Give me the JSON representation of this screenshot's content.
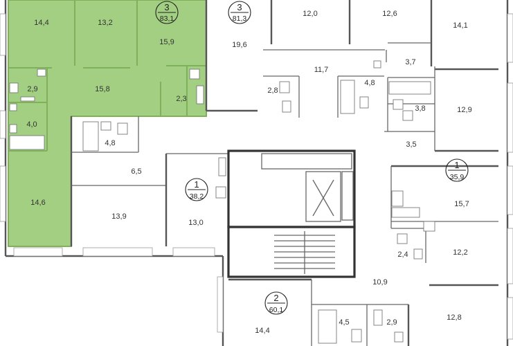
{
  "colors": {
    "highlight_fill": "#a3cf82",
    "highlight_wall": "#7fb05a",
    "wall": "#555555",
    "core_wall": "#333333",
    "text": "#333333"
  },
  "units": [
    {
      "id": "unit-3",
      "rooms_label": "3",
      "area_label": "83,1",
      "highlighted": true
    },
    {
      "id": "unit-3b",
      "rooms_label": "3",
      "area_label": "81,3",
      "highlighted": false
    },
    {
      "id": "unit-1a",
      "rooms_label": "1",
      "area_label": "38,2",
      "highlighted": false
    },
    {
      "id": "unit-1b",
      "rooms_label": "1",
      "area_label": "35,9",
      "highlighted": false
    },
    {
      "id": "unit-2",
      "rooms_label": "2",
      "area_label": "60,1",
      "highlighted": false
    }
  ],
  "rooms": [
    "14,4",
    "13,2",
    "15,9",
    "2,9",
    "15,8",
    "4,0",
    "2,3",
    "14,6",
    "19,6",
    "12,0",
    "12,6",
    "14,1",
    "11,7",
    "3,7",
    "2,8",
    "4,8",
    "3,8",
    "12,9",
    "3,5",
    "4,8",
    "6,5",
    "13,9",
    "13,0",
    "15,7",
    "2,4",
    "12,2",
    "10,9",
    "12,8",
    "14,4",
    "4,5",
    "2,9"
  ]
}
